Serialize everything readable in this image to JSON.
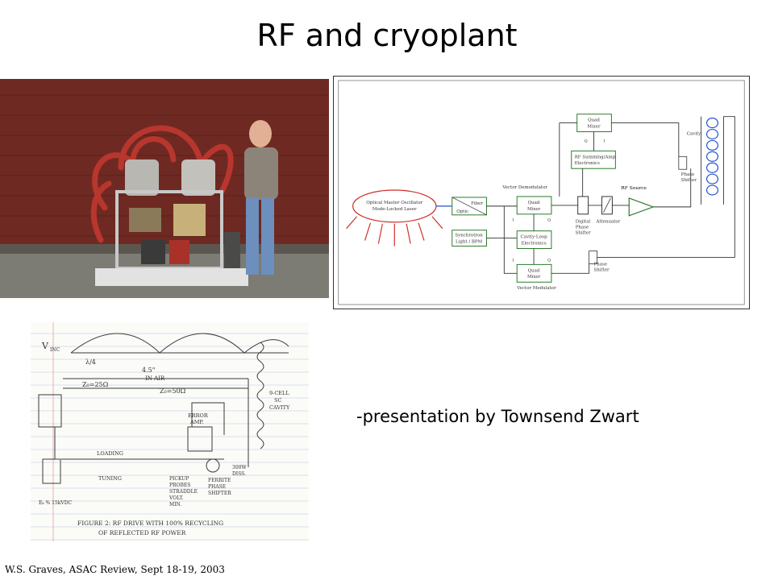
{
  "slide": {
    "title": "RF and cryoplant",
    "presenter": "-presentation by Townsend Zwart",
    "footer": "W.S. Graves, ASAC Review, Sept 18-19, 2003"
  },
  "diagram": {
    "optical_master_oscillator": "Optical Master Oscillator",
    "mode_locked_laser": "Mode-Locked Laser",
    "fiber_optic_1": "Fiber",
    "fiber_optic_2": "Optic",
    "synch_1": "Synchrotron",
    "synch_2": "Light / BPM",
    "vector_demodulator": "Vector Demodulator",
    "vector_modulator": "Vector Modulator",
    "quad_mixer_1": "Quad",
    "quad_mixer_2": "Mixer",
    "rf_sum_1": "RF Summing/Amp",
    "rf_sum_2": "Electronics",
    "cavity_loop_1": "Cavity-Loop",
    "cavity_loop_2": "Electronics",
    "digital_1": "Digital",
    "digital_2": "Phase",
    "digital_3": "Shifter",
    "attenuator": "Attenuator",
    "rf_source": "RF Source",
    "phase_shifter_1": "Phase",
    "phase_shifter_2": "Shifter",
    "cavity": "Cavity",
    "port_q": "Q",
    "port_i": "I"
  },
  "sketch": {
    "v_inc": "V",
    "v_inc_sub": "INC",
    "lambda_4": "λ/4",
    "dim_45": "4.5\"",
    "in_air": "IN AIR",
    "z0_25": "Z₀=25Ω",
    "z0_50": "Z₀=50Ω",
    "cell_1": "9-CELL",
    "cell_2": "SC",
    "cell_3": "CAVITY",
    "error_1": "ERROR",
    "error_2": "AMP.",
    "loading": "LOADING",
    "tuning": "TUNING",
    "pickup_1": "PICKUP",
    "pickup_2": "PROBES",
    "pickup_3": "STRADDLE",
    "pickup_4": "VOLT.",
    "pickup_5": "MIN.",
    "ferrite_1": "FERRITE",
    "ferrite_2": "PHASE",
    "ferrite_3": "SHIFTER",
    "power_1": "300W",
    "power_2": "DISS.",
    "ek": "Eₖ % 15kVDC",
    "caption_1": "FIGURE 2:  RF DRIVE WITH 100% RECYCLING",
    "caption_2": "OF REFLECTED RF POWER"
  }
}
